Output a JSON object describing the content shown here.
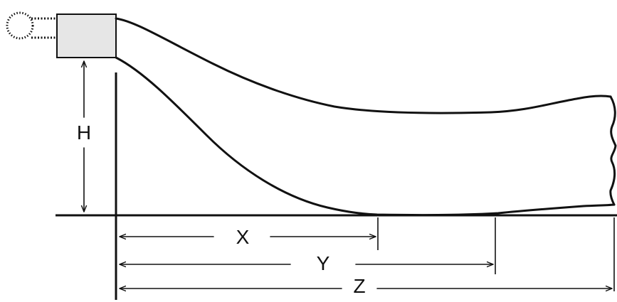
{
  "labels": {
    "height": "H",
    "x_distance": "X",
    "y_distance": "Y",
    "z_distance": "Z"
  },
  "colors": {
    "stroke": "#111111",
    "box_fill": "#e6e6e6",
    "background": "#ffffff"
  }
}
